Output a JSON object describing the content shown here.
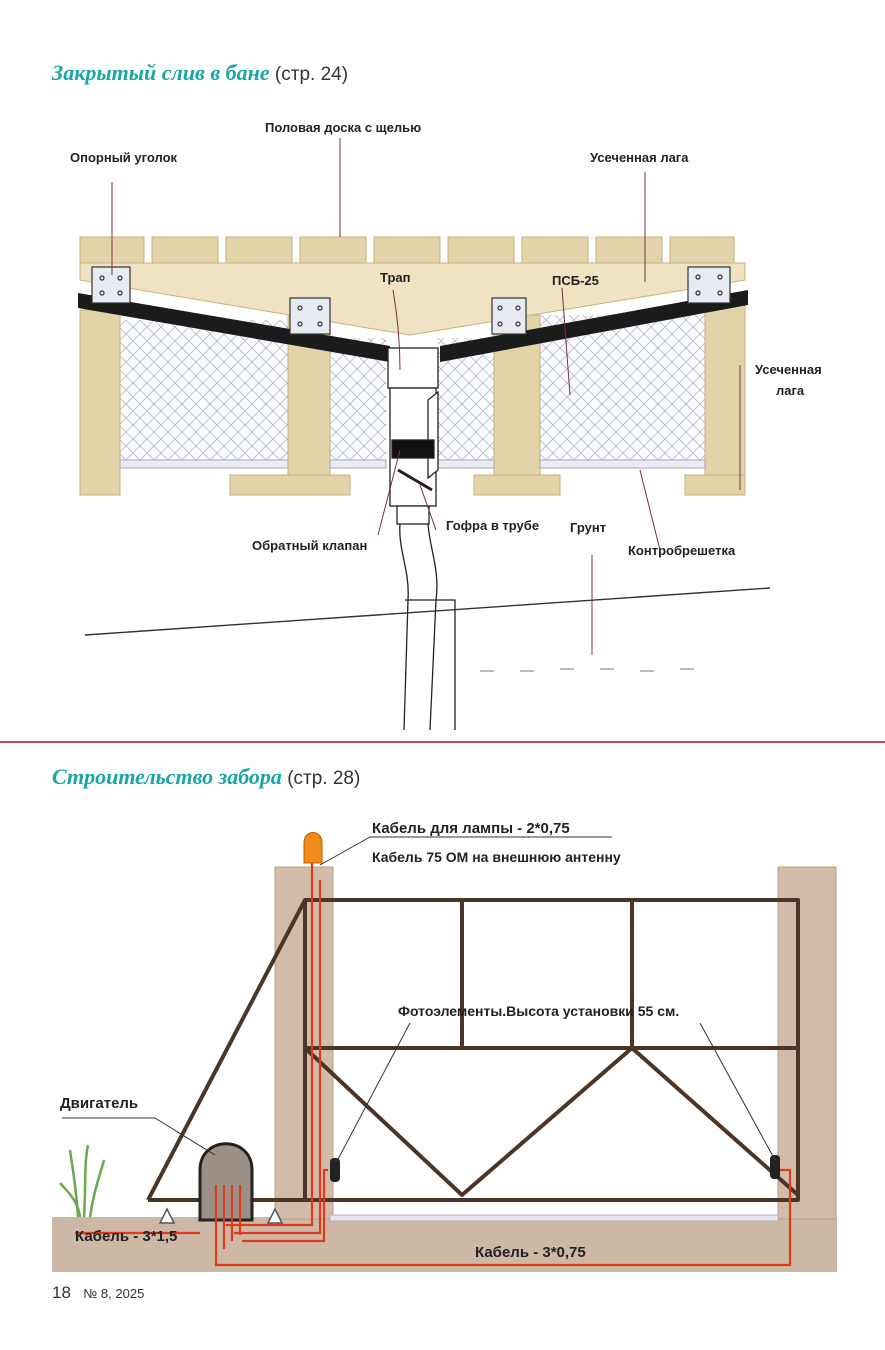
{
  "section1": {
    "title": "Закрытый слив в бане",
    "ref": "(стр. 24)",
    "labels": {
      "support_corner": "Опорный уголок",
      "floor_board": "Половая доска с щелью",
      "cut_joist_top": "Усеченная лага",
      "drain": "Трап",
      "psb": "ПСБ-25",
      "cut_joist_side_1": "Усеченная",
      "cut_joist_side_2": "лага",
      "check_valve": "Обратный клапан",
      "corrugated_pipe": "Гофра в трубе",
      "soil": "Грунт",
      "counter_lath": "Контробрешетка"
    }
  },
  "section2": {
    "title": "Строительство забора",
    "ref": "(стр. 28)",
    "labels": {
      "lamp_cable": "Кабель для лампы - 2*0,75",
      "antenna_cable": "Кабель 75 ОМ на внешнюю антенну",
      "photocells": "Фотоэлементы.Высота установки 55 см.",
      "motor": "Двигатель",
      "cable_power": "Кабель - 3*1,5",
      "cable_signal": "Кабель - 3*0,75"
    }
  },
  "footer": {
    "page_number": "18",
    "issue": "№ 8, 2025"
  },
  "colors": {
    "accent": "#1aa6a8",
    "divider": "#c0504d",
    "wood": "#e3d3a8",
    "frame": "#4a3526",
    "cable": "#e03a1e",
    "post": "#d2bba8",
    "ground": "#cdb8a6"
  }
}
